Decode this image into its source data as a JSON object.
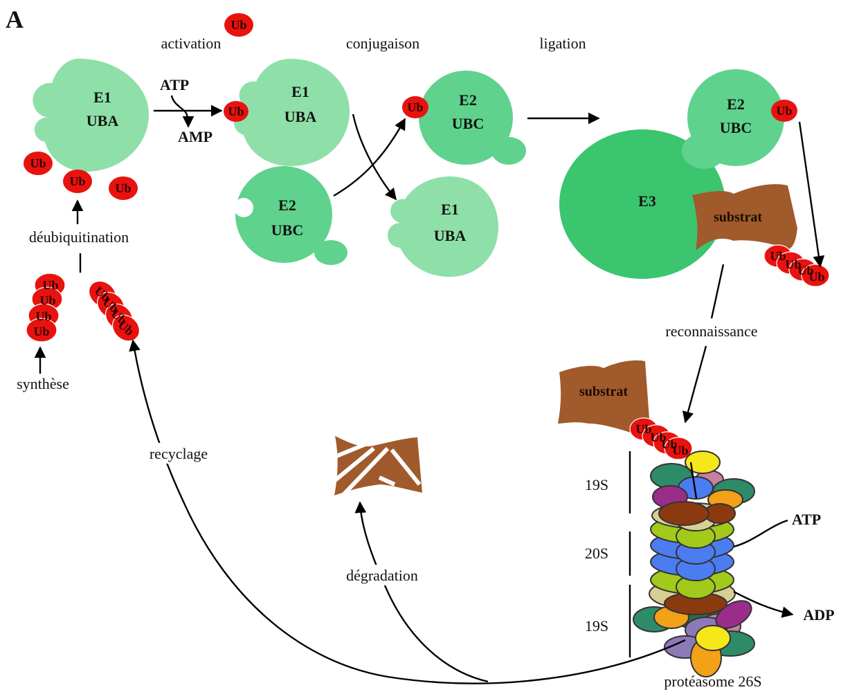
{
  "panel_letter": "A",
  "steps": {
    "activation": "activation",
    "conjugation": "conjugaison",
    "ligation": "ligation",
    "deubiquitination": "déubiquitination",
    "synthesis": "synthèse",
    "recycling": "recyclage",
    "recognition": "reconnaissance",
    "degradation": "dégradation"
  },
  "molecules": {
    "ub": "Ub",
    "ub_cut": "Ub",
    "atp": "ATP",
    "amp": "AMP",
    "adp": "ADP"
  },
  "enzymes": {
    "e1": "E1",
    "uba": "UBA",
    "e2": "E2",
    "ubc": "UBC",
    "e3": "E3",
    "substrate": "substrat"
  },
  "proteasome": {
    "name": "protéasome 26S",
    "cap_top": "19S",
    "core": "20S",
    "cap_bottom": "19S"
  },
  "colors": {
    "ubiquitin": "#e8120f",
    "e1": "#8ee0a8",
    "e2": "#5fd28d",
    "e3": "#3cc56f",
    "substrate": "#a05a2c"
  }
}
